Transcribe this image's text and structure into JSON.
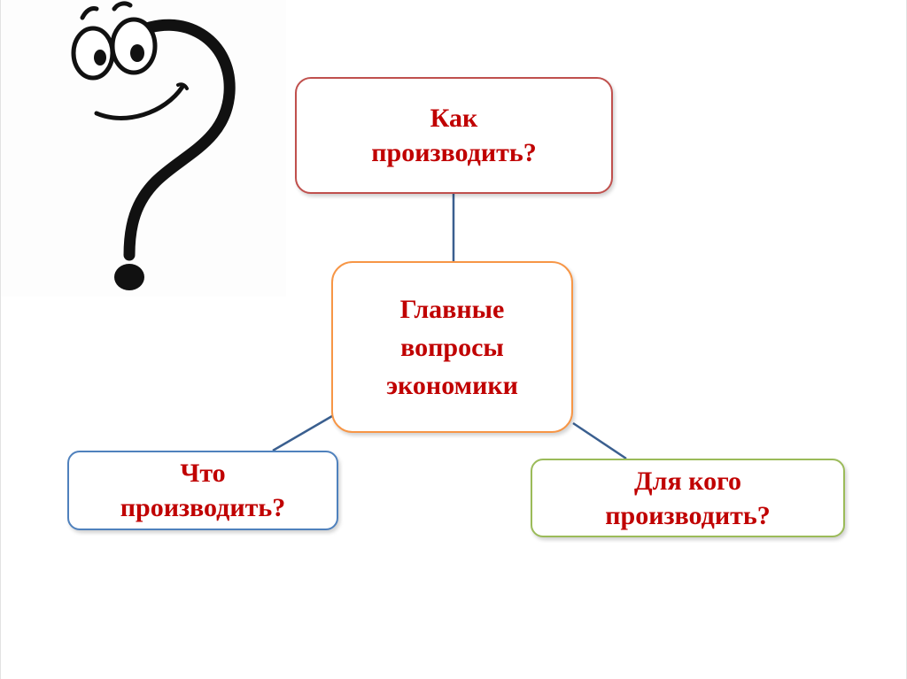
{
  "diagram": {
    "top": {
      "label": "Как\nпроизводить?"
    },
    "center": {
      "label": "Главные\nвопросы\nэкономики"
    },
    "left": {
      "label": "Что\nпроизводить?"
    },
    "right": {
      "label": "Для кого\nпроизводить?"
    }
  },
  "colors": {
    "text": "#c00000",
    "top_border": "#c0504d",
    "center_border": "#f79646",
    "left_border": "#4f81bd",
    "right_border": "#9bbb59",
    "connector": "#3a5f8f"
  },
  "illustration": {
    "icon": "smiling-question-mark-icon"
  }
}
